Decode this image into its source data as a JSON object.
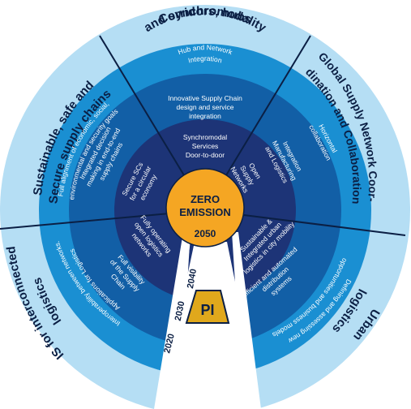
{
  "colors": {
    "outer_ring": "#b5def4",
    "ring_2020": "#1a8fd2",
    "ring_2030": "#125fa6",
    "ring_2040": "#1d3477",
    "center": "#f5a623",
    "badge": "#e0a81c",
    "dark_text": "#0b1f44"
  },
  "sectors": {
    "top": {
      "title_line1": "Corridors, hubs",
      "title_line2": "and synchromodality",
      "r2020_line1": "Hub and Network",
      "r2020_line2": "Integration",
      "r2030_line1": "Innovative Supply Chain",
      "r2030_line2": "design and service",
      "r2030_line3": "integration",
      "r2040_line1": "Synchromodal",
      "r2040_line2": "Services",
      "r2040_line3": "Door-to-door"
    },
    "upper_right": {
      "title_line1": "Global Supply Network Coor-",
      "title_line2": "dination and Collaboration",
      "r2020_line1": "Horizontal",
      "r2020_line2": "collaboration",
      "r2030_line1": "Integration",
      "r2030_line2": "Manufacturing",
      "r2030_line3": "and Logistics",
      "r2040_line1": "Open",
      "r2040_line2": "Supply",
      "r2040_line3": "Networks"
    },
    "lower_right": {
      "title_line1": "Urban",
      "title_line2": "logistics",
      "r2020_line1": "Defining and assessing new",
      "r2020_line2": "opportunities and business models",
      "r2030_line1": "Efficient and automated",
      "r2030_line2": "distribution",
      "r2030_line3": "systems",
      "r2040_line1": "Sustainable &",
      "r2040_line2": "Integrated urban",
      "r2040_line3": "logistics in city mobility"
    },
    "lower_left": {
      "title_line1": "IS for interconnected",
      "title_line2": "logistics",
      "r2020_line1": "Interoperability between networks.",
      "r2020_line2": "Applications for Logistics",
      "r2030_line1": "Full visibility",
      "r2030_line2": "of the Supply",
      "r2030_line3": "Chain",
      "r2040_line1": "Fully operating",
      "r2040_line2": "open logistics",
      "r2040_line3": "networks"
    },
    "upper_left": {
      "title_line1": "Sustainable, safe and",
      "title_line2": "Secure supply chains",
      "r2020_line1": "Full alignment of economic, social,",
      "r2020_line2": "environmental and security goals",
      "r2030_line1": "Integrated decision",
      "r2030_line2": "making in end-to-end",
      "r2030_line3": "supply chains",
      "r2040_line1": "Secure SCs",
      "r2040_line2": "for a circular",
      "r2040_line3": "economy"
    }
  },
  "center": {
    "line1": "ZERO",
    "line2": "EMISSION",
    "year": "2050"
  },
  "years": {
    "y2040": "2040",
    "y2030": "2030",
    "y2020": "2020"
  },
  "badge": {
    "label": "PI"
  }
}
